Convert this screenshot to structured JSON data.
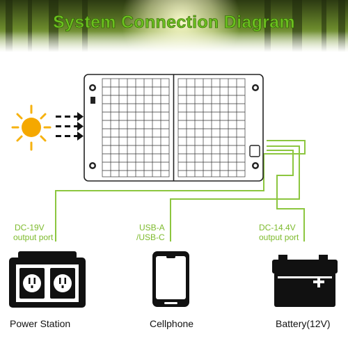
{
  "header": {
    "title": "System Connection Diagram"
  },
  "ports": {
    "dc19v_line1": "DC-19V",
    "dc19v_line2": "output port",
    "usb_line1": "USB-A",
    "usb_line2": "/USB-C",
    "dc14_line1": "DC-14.4V",
    "dc14_line2": "output port"
  },
  "devices": {
    "power_station": "Power Station",
    "cellphone": "Cellphone",
    "battery": "Battery(12V)"
  },
  "colors": {
    "line": "#8cc63f",
    "label": "#7dba2c",
    "sun": "#f6b210"
  },
  "icons": [
    "sun-icon",
    "solar-panel-icon",
    "power-station-icon",
    "cellphone-icon",
    "battery-icon"
  ]
}
